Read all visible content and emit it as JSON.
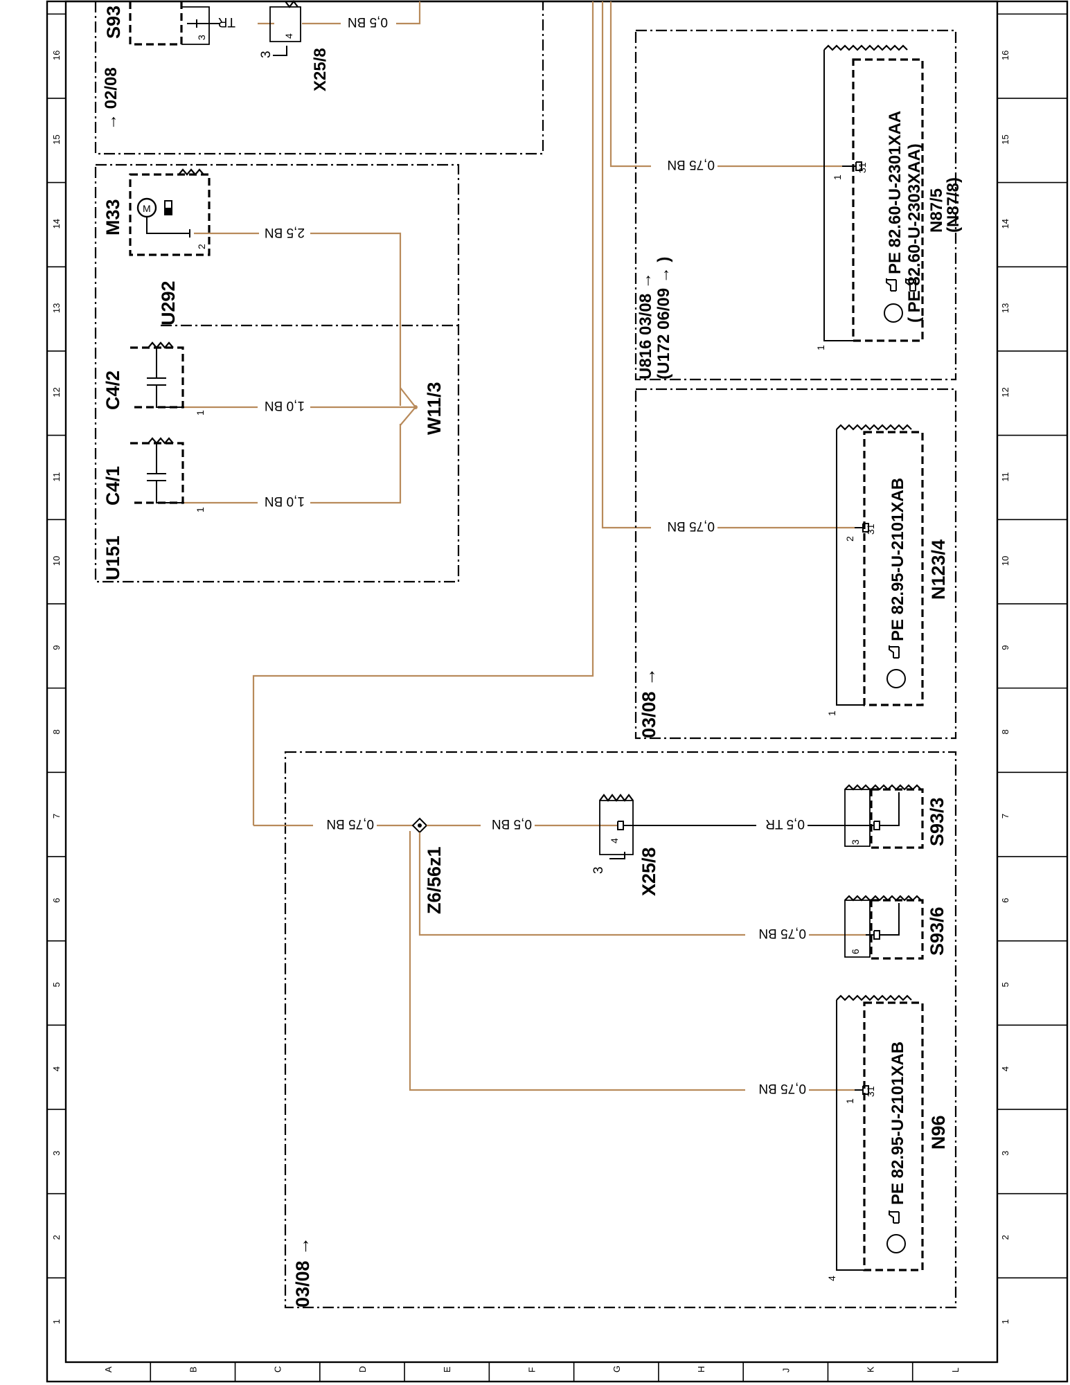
{
  "grid": {
    "rows": [
      "1",
      "2",
      "3",
      "4",
      "5",
      "6",
      "7",
      "8",
      "9",
      "10",
      "11",
      "12",
      "13",
      "14",
      "15",
      "16"
    ],
    "columns": [
      "A",
      "B",
      "C",
      "D",
      "E",
      "F",
      "G",
      "H",
      "J",
      "K",
      "L"
    ]
  },
  "groups": {
    "g1": "→ 02/08",
    "u151": "U151",
    "u292": "U292",
    "g2": "03/08 →",
    "g3": "03/08 →",
    "u816a": "U816  03/08 →",
    "u816b": "(U172  06/09 → )"
  },
  "components": {
    "s93_top": "S93",
    "x25_top": "X25/8",
    "m33": "M33",
    "c41": "C4/1",
    "c42": "C4/2",
    "w113": "W11/3",
    "z6": "Z6/56z1",
    "x25": "X25/8",
    "s933": "S93/3",
    "s936": "S93/6",
    "n96": "N96",
    "n96_pe": "PE  82.95-U-2101XAB",
    "n1234": "N123/4",
    "n1234_pe": "PE  82.95-U-2101XAB",
    "n875": "N87/5",
    "n875b": "(N87/8)",
    "n875_pe1": "PE  82.60-U-2301XAA",
    "n875_pe2": "(    PE  82.60-U-2303XAA)"
  },
  "wires": {
    "w_top_tr": "TR",
    "w_top_05": "0,5 BN",
    "w_m33": "2,5 BN",
    "w_c42": "1,0 BN",
    "w_c41": "1,0 BN",
    "w_n875": "0,75 BN",
    "w_n1234": "0,75 BN",
    "w_main": "0,75 BN",
    "w_x25": "0,5 BN",
    "w_tr": "0,5 TR",
    "w_s936": "0,75 BN",
    "w_n96": "0,75 BN"
  },
  "pins": {
    "p_top3": "3",
    "p_top4": "4",
    "p_top_x3": "3",
    "p_m33": "2",
    "p_c42": "1",
    "p_c41": "1",
    "p_n875_31": "31",
    "p_n875_1": "1",
    "p_n875_1b": "1",
    "p_n1234_31": "31",
    "p_n1234_2": "2",
    "p_n1234_1": "1",
    "p_x25_4": "4",
    "p_x25_3": "3",
    "p_s933": "3",
    "p_s936": "6",
    "p_n96_31": "31",
    "p_n96_1": "1",
    "p_n96_4": "4"
  }
}
